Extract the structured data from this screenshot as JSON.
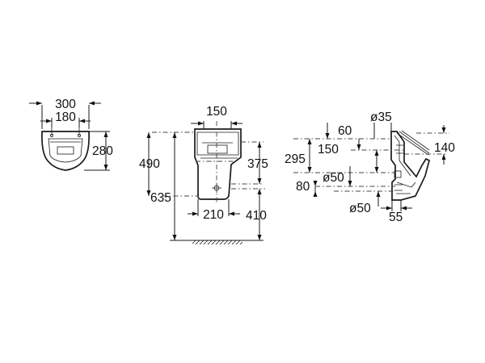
{
  "front_view": {
    "width_outer": "300",
    "width_inner": "180",
    "height": "280"
  },
  "side_view": {
    "top_width": "150",
    "height_490": "490",
    "height_375": "375",
    "total_635": "635",
    "base_width": "210",
    "floor_410": "410"
  },
  "section_view": {
    "d35": "ø35",
    "d60": "60",
    "d295": "295",
    "d150": "150",
    "d140": "140",
    "d50a": "ø50",
    "d80": "80",
    "d50b": "ø50",
    "d55": "55"
  },
  "colors": {
    "line": "#1a1a1a",
    "background": "#ffffff"
  }
}
